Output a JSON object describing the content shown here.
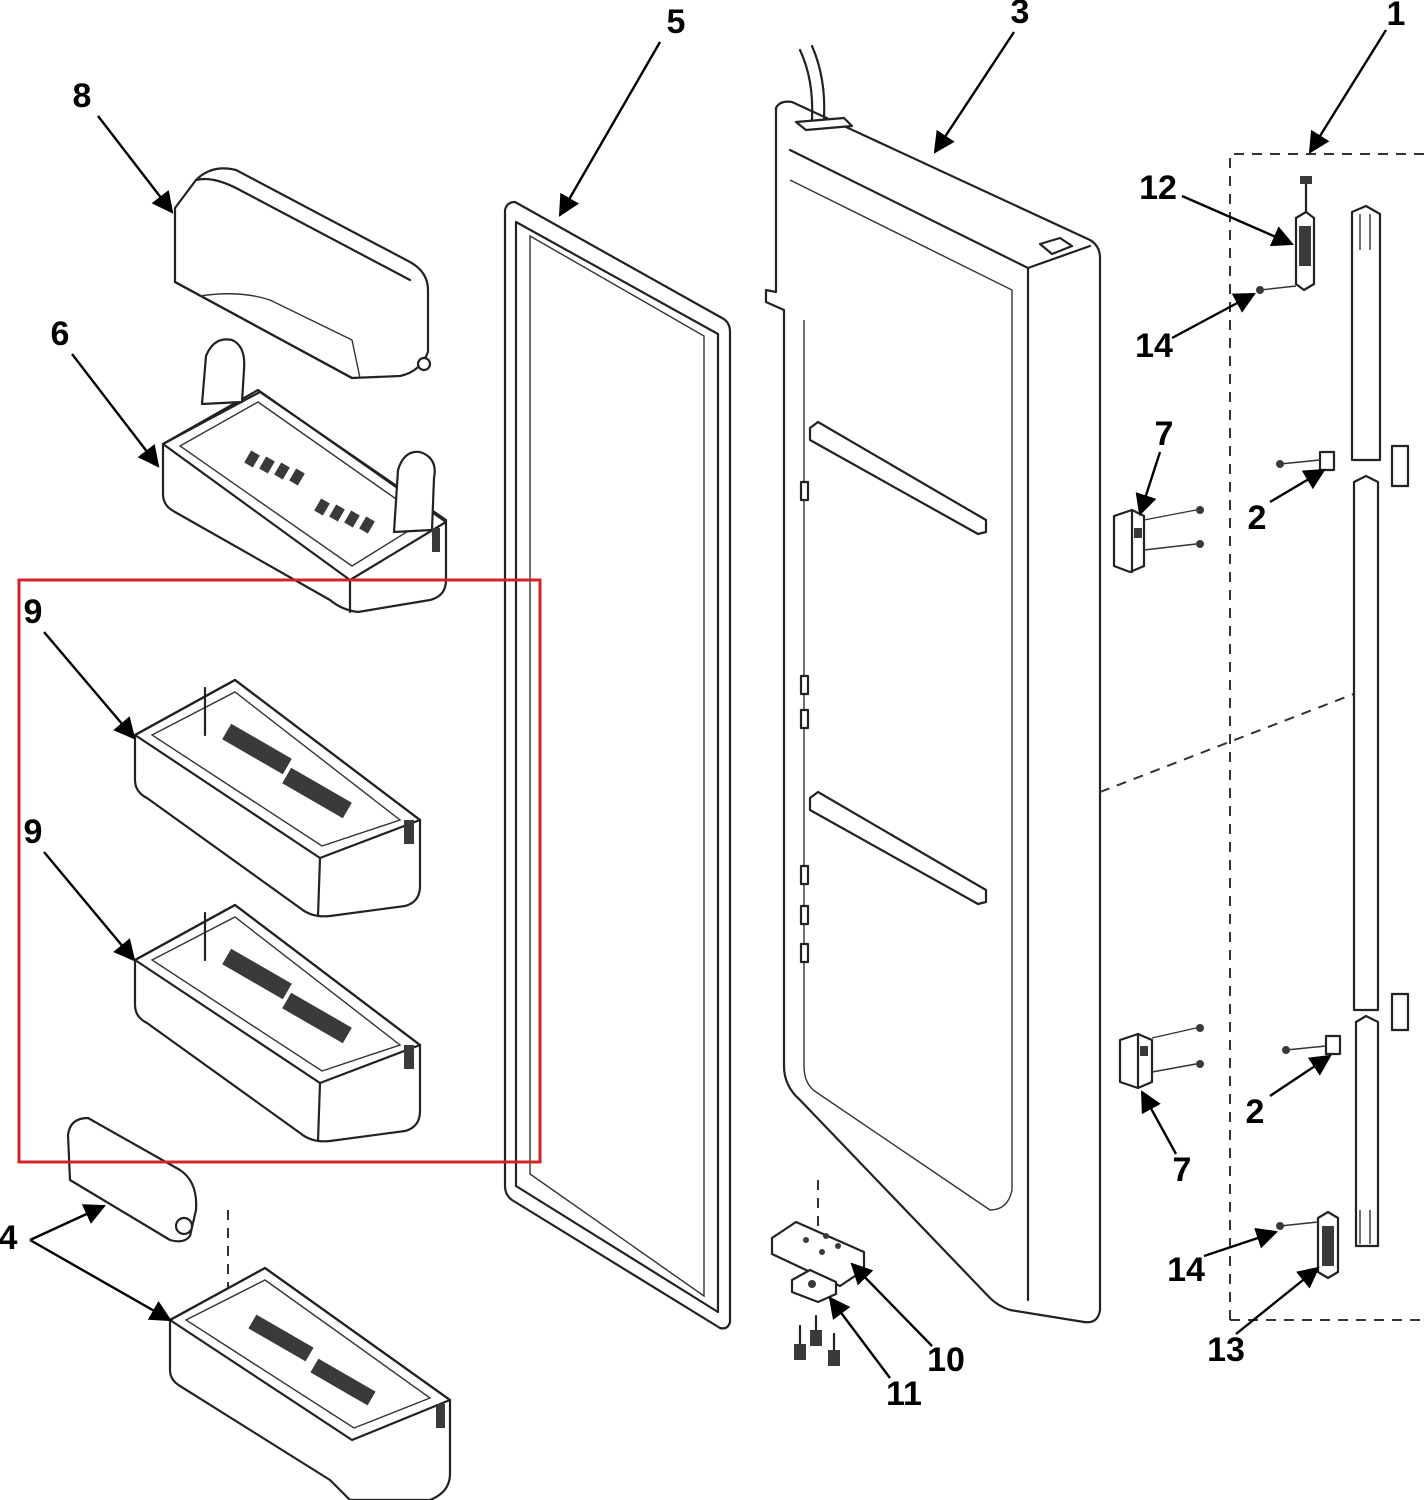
{
  "callouts": [
    {
      "id": "c1",
      "label": "1"
    },
    {
      "id": "c2a",
      "label": "2"
    },
    {
      "id": "c2b",
      "label": "2"
    },
    {
      "id": "c3",
      "label": "3"
    },
    {
      "id": "c4",
      "label": "4"
    },
    {
      "id": "c5",
      "label": "5"
    },
    {
      "id": "c6",
      "label": "6"
    },
    {
      "id": "c7a",
      "label": "7"
    },
    {
      "id": "c7b",
      "label": "7"
    },
    {
      "id": "c8",
      "label": "8"
    },
    {
      "id": "c9a",
      "label": "9"
    },
    {
      "id": "c9b",
      "label": "9"
    },
    {
      "id": "c10",
      "label": "10"
    },
    {
      "id": "c11",
      "label": "11"
    },
    {
      "id": "c12",
      "label": "12"
    },
    {
      "id": "c13",
      "label": "13"
    },
    {
      "id": "c14a",
      "label": "14"
    },
    {
      "id": "c14b",
      "label": "14"
    }
  ],
  "highlight": {
    "color": "#d0262a",
    "target_callout": "9"
  }
}
